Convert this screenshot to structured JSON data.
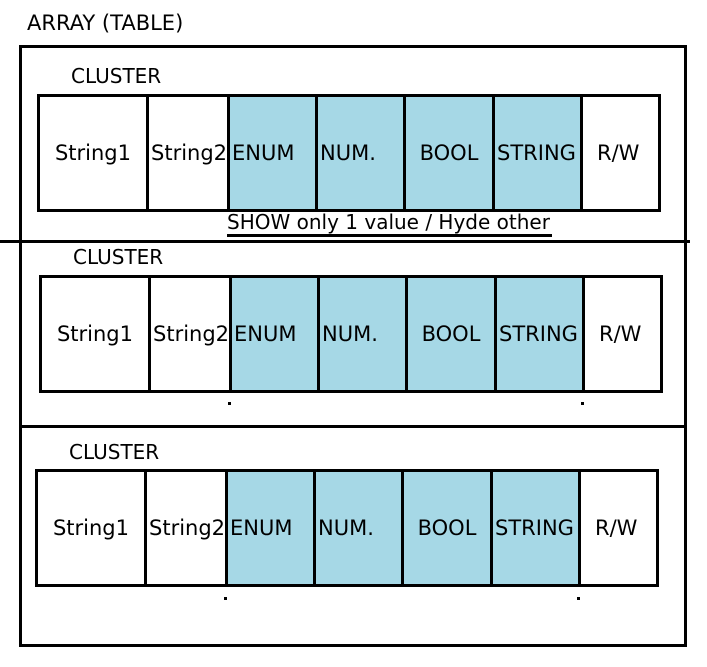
{
  "title": "ARRAY (TABLE)",
  "clusters": [
    {
      "label": "CLUSTER",
      "cells": [
        "String1",
        "String2",
        "ENUM",
        "NUM.",
        "BOOL",
        "STRING",
        "R/W"
      ]
    },
    {
      "label": "CLUSTER",
      "cells": [
        "String1",
        "String2",
        "ENUM",
        "NUM.",
        "BOOL",
        "STRING",
        "R/W"
      ]
    },
    {
      "label": "CLUSTER",
      "cells": [
        "String1",
        "String2",
        "ENUM",
        "NUM.",
        "BOOL",
        "STRING",
        "R/W"
      ]
    }
  ],
  "note": "SHOW only 1 value / Hyde other",
  "colors": {
    "highlight": "#a6d8e6",
    "border": "#000000"
  }
}
